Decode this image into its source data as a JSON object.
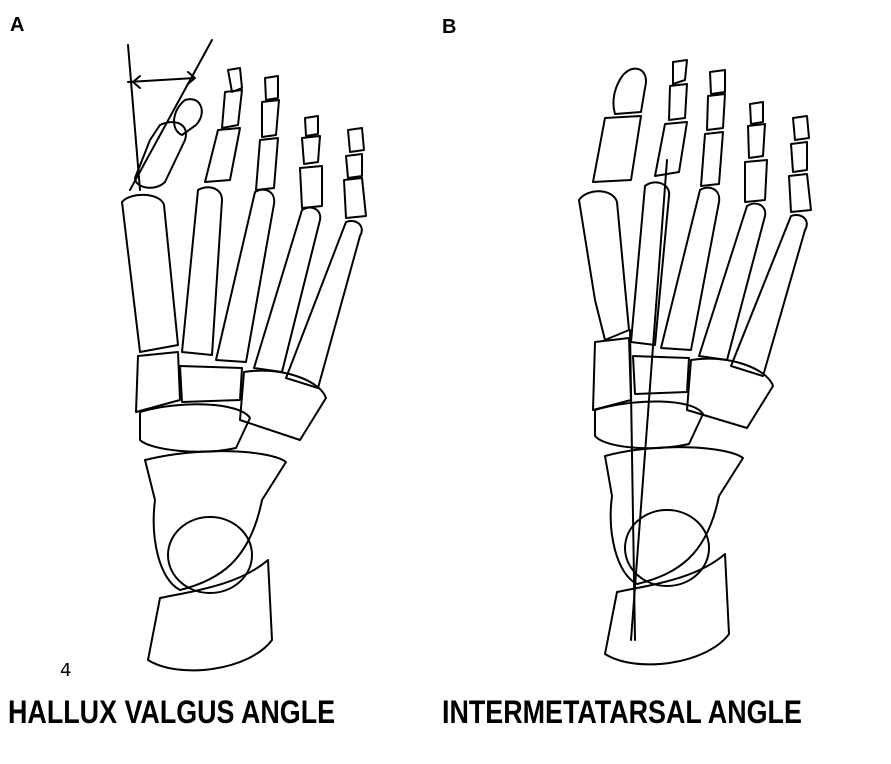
{
  "panels": [
    {
      "letter": "A",
      "caption": "HALLUX VALGUS ANGLE"
    },
    {
      "letter": "B",
      "caption": "INTERMETATARSAL ANGLE"
    }
  ],
  "marker": "4"
}
